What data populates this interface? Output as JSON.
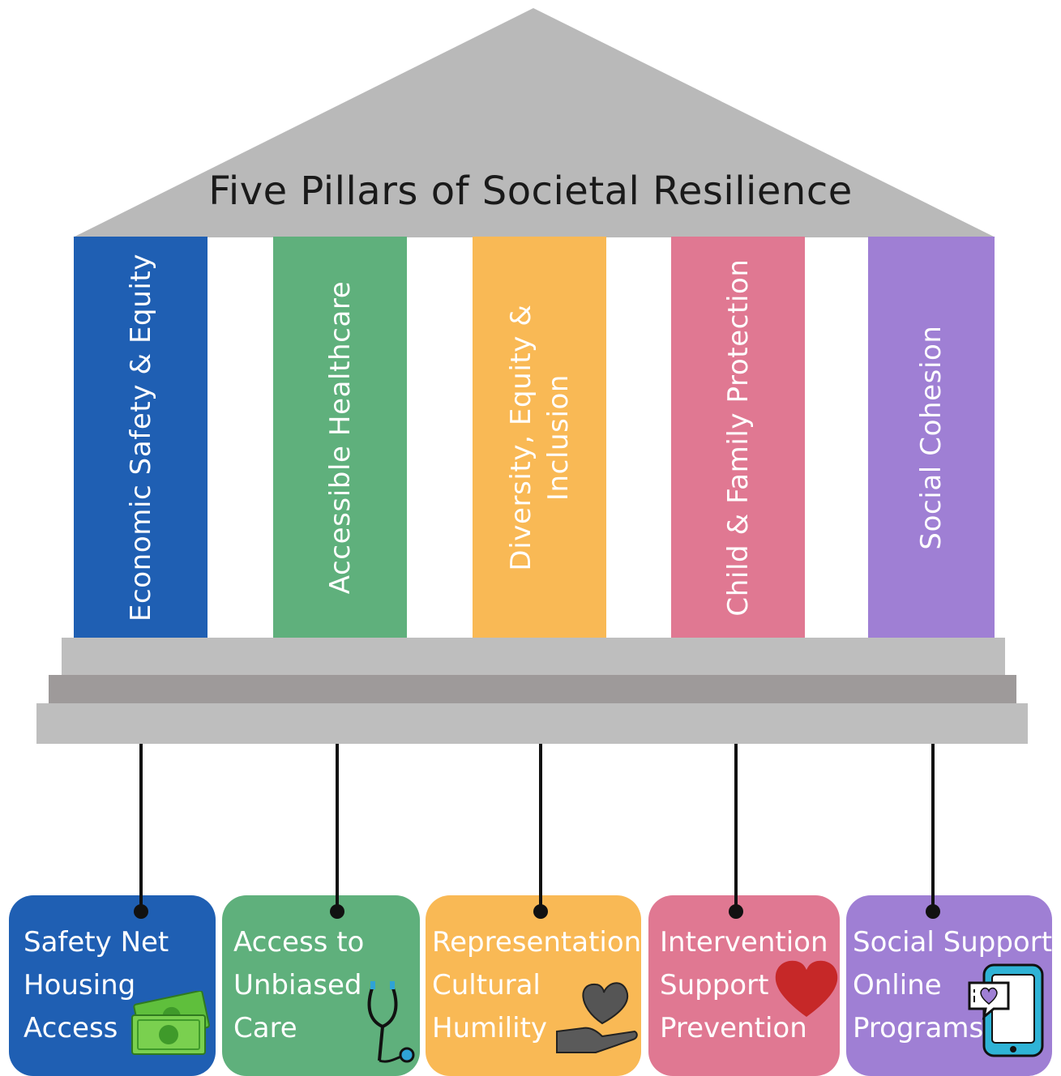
{
  "title": "Five Pillars of Societal Resilience",
  "colors": {
    "roof": "#b9b9b9",
    "step_light": "#bebebe",
    "step_dark": "#9e9a9a",
    "blue": "#1f5fb3",
    "green": "#5fb07c",
    "orange": "#f9b955",
    "pink": "#e07892",
    "purple": "#9f7fd4"
  },
  "pillars": [
    {
      "label": "Economic Safety & Equity",
      "color": "#1f5fb3"
    },
    {
      "label": "Accessible Healthcare",
      "color": "#5fb07c"
    },
    {
      "label": "Diversity, Equity & Inclusion",
      "color": "#f9b955"
    },
    {
      "label": "Child & Family Protection",
      "color": "#e07892"
    },
    {
      "label": "Social Cohesion",
      "color": "#9f7fd4"
    }
  ],
  "cards": [
    {
      "lines": [
        "Safety Net",
        "Housing",
        "Access"
      ],
      "icon": "money-icon",
      "color": "#1f5fb3"
    },
    {
      "lines": [
        "Access to",
        "Unbiased",
        "Care"
      ],
      "icon": "stethoscope-icon",
      "color": "#5fb07c"
    },
    {
      "lines": [
        "Representation",
        "Cultural",
        "Humility"
      ],
      "icon": "heart-in-hand-icon",
      "color": "#f9b955"
    },
    {
      "lines": [
        "Intervention",
        "Support",
        "Prevention"
      ],
      "icon": "heart-icon",
      "color": "#e07892"
    },
    {
      "lines": [
        "Social Support",
        "Online",
        "Programs"
      ],
      "icon": "phone-chat-heart-icon",
      "color": "#9f7fd4"
    }
  ]
}
